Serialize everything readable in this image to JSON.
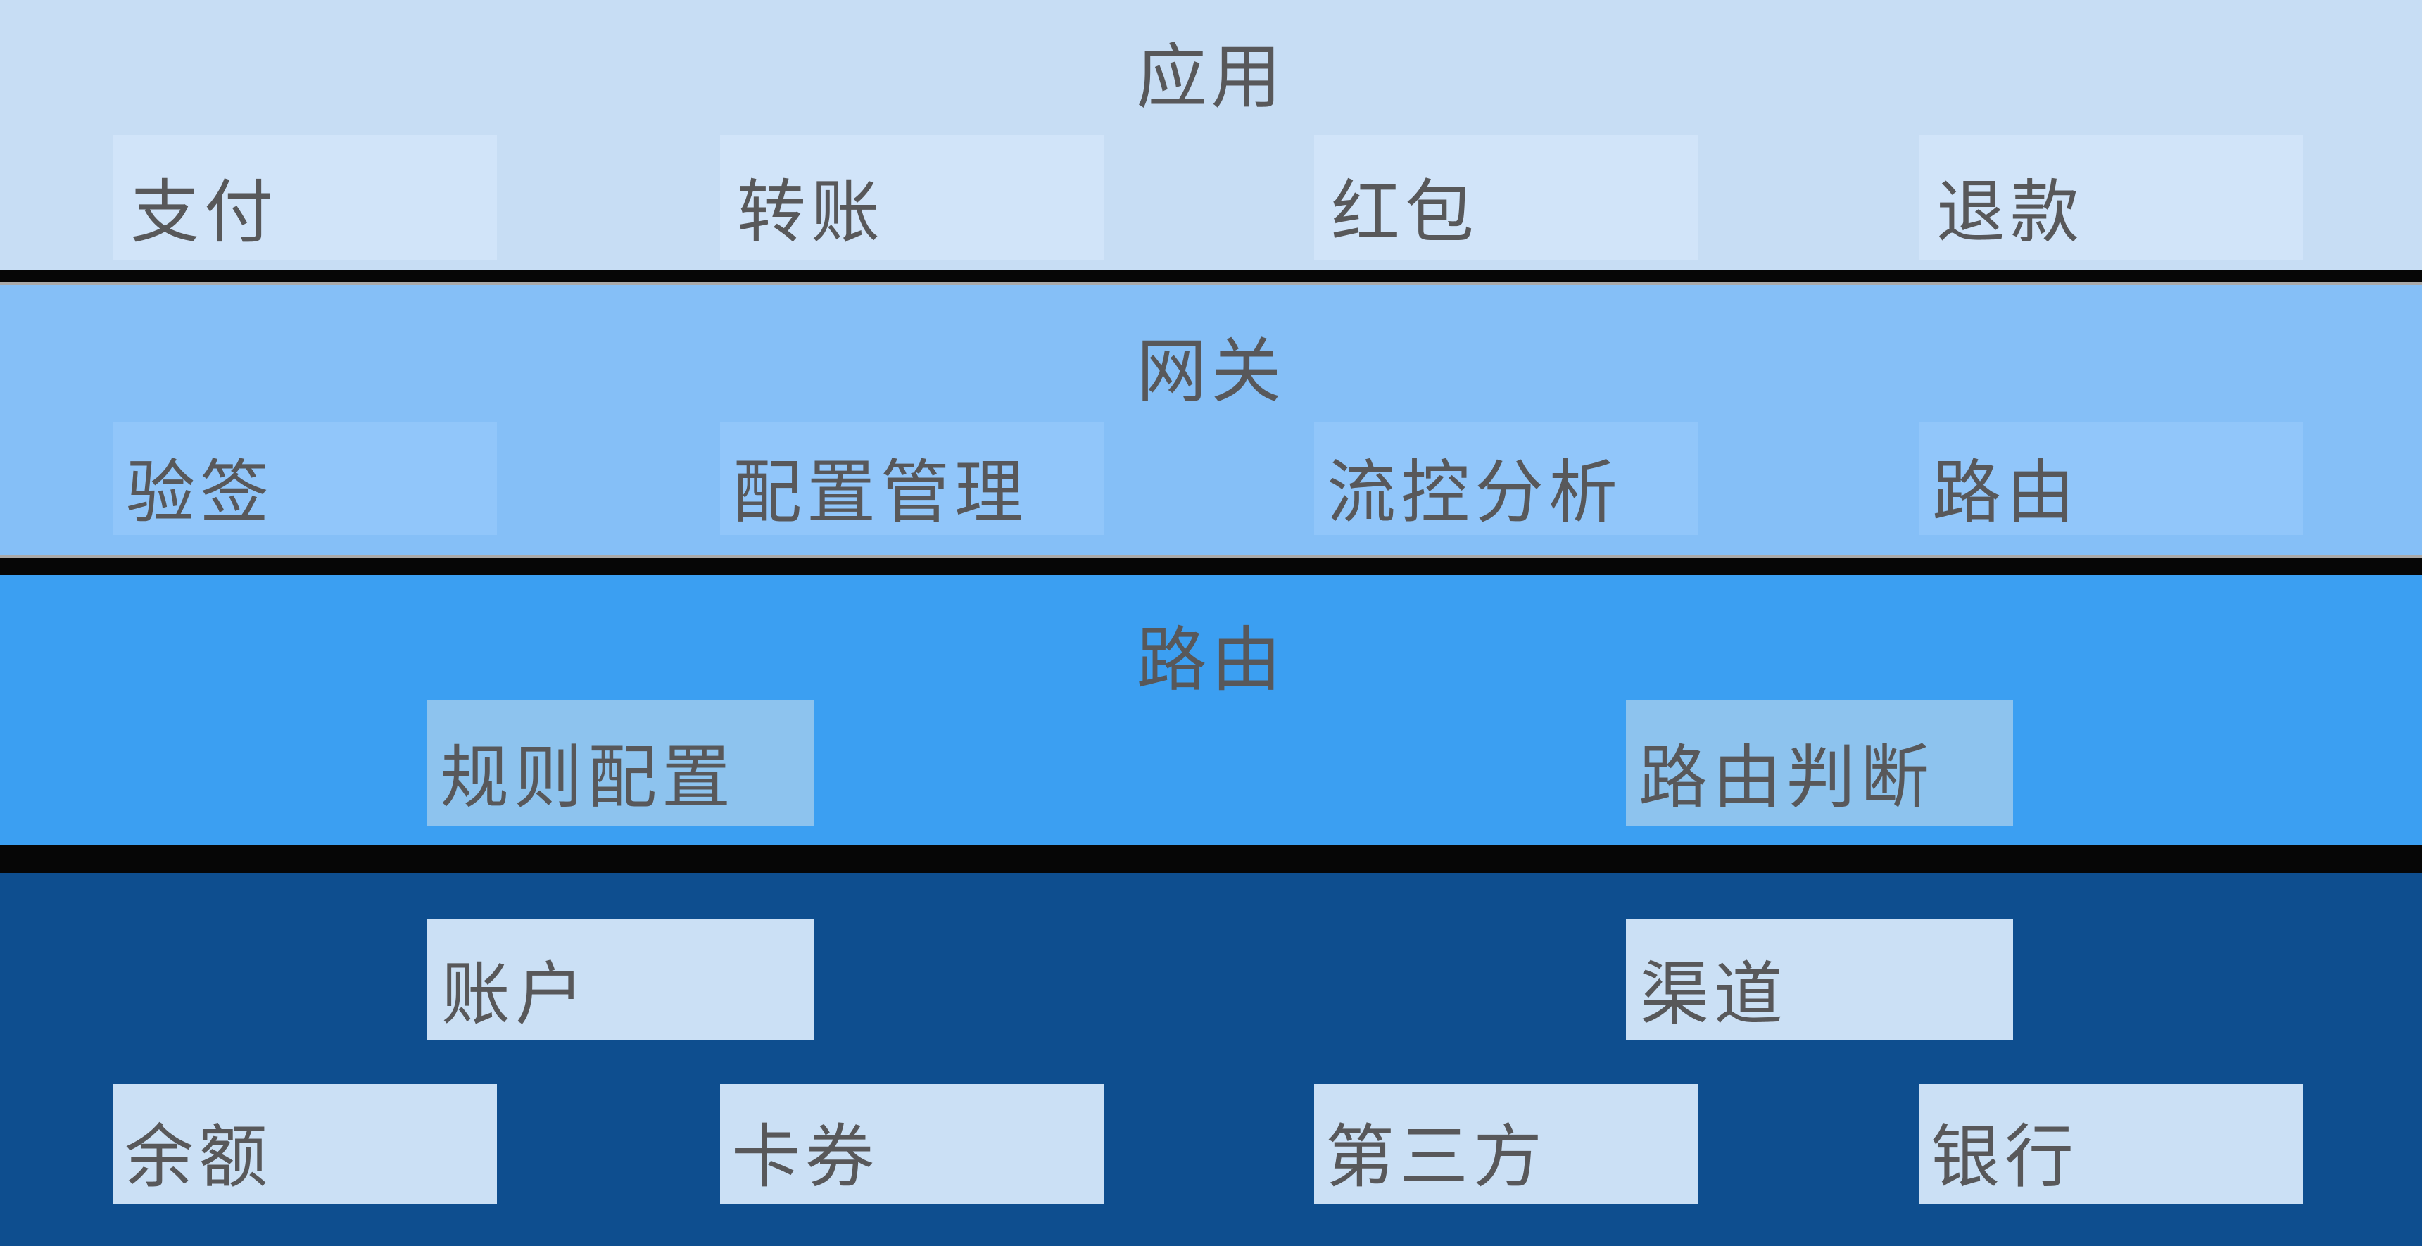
{
  "colors": {
    "l1-bg": "#c7ddf4",
    "l1-box": "#d1e4f9",
    "l2-bg": "#85bff7",
    "l2-box": "#91c6fa",
    "l3-bg": "#3b9ff2",
    "l3-box": "#8dc3ee",
    "l4-bg": "#0e4e8f",
    "l4-box": "#cbe0f5",
    "sep": "#060606",
    "edge": "#a9a9a9",
    "text": "#58585a"
  },
  "layers": [
    {
      "title": "应用",
      "items": [
        "支付",
        "转账",
        "红包",
        "退款"
      ]
    },
    {
      "title": "网关",
      "items": [
        "验签",
        "配置管理",
        "流控分析",
        "路由"
      ]
    },
    {
      "title": "路由",
      "items": [
        "规则配置",
        "路由判断"
      ]
    },
    {
      "items_parents": [
        "账户",
        "渠道"
      ],
      "items_children": [
        "余额",
        "卡券",
        "第三方",
        "银行"
      ]
    }
  ]
}
